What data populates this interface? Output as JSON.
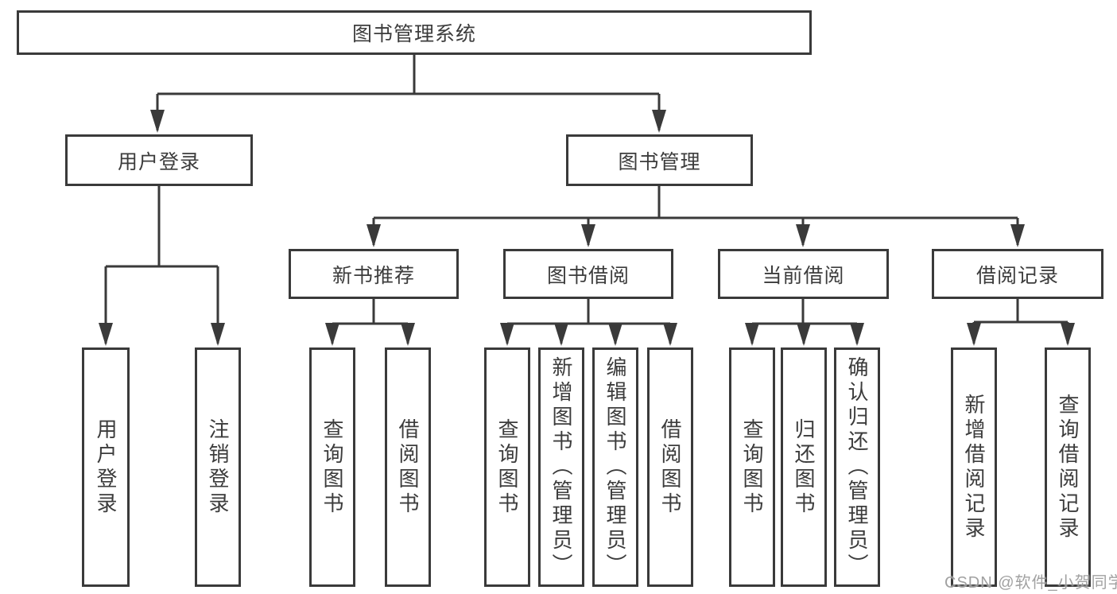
{
  "diagram": {
    "root": "图书管理系统",
    "branches": [
      {
        "label": "用户登录",
        "children": [
          "用户登录",
          "注销登录"
        ]
      },
      {
        "label": "图书管理",
        "groups": [
          {
            "label": "新书推荐",
            "children": [
              "查询图书",
              "借阅图书"
            ]
          },
          {
            "label": "图书借阅",
            "children": [
              "查询图书",
              "新增图书（管理员）",
              "编辑图书（管理员）",
              "借阅图书"
            ]
          },
          {
            "label": "当前借阅",
            "children": [
              "查询图书",
              "归还图书",
              "确认归还（管理员）"
            ]
          },
          {
            "label": "借阅记录",
            "children": [
              "新增借阅记录",
              "查询借阅记录"
            ]
          }
        ]
      }
    ]
  },
  "watermark": {
    "text": "CSDN @软件_小贺同学"
  },
  "colors": {
    "line": "#3a3a3a",
    "text": "#3c3c3c",
    "box_background": "#ffffff",
    "watermark": "#949494",
    "page_background": "#ffffff"
  }
}
